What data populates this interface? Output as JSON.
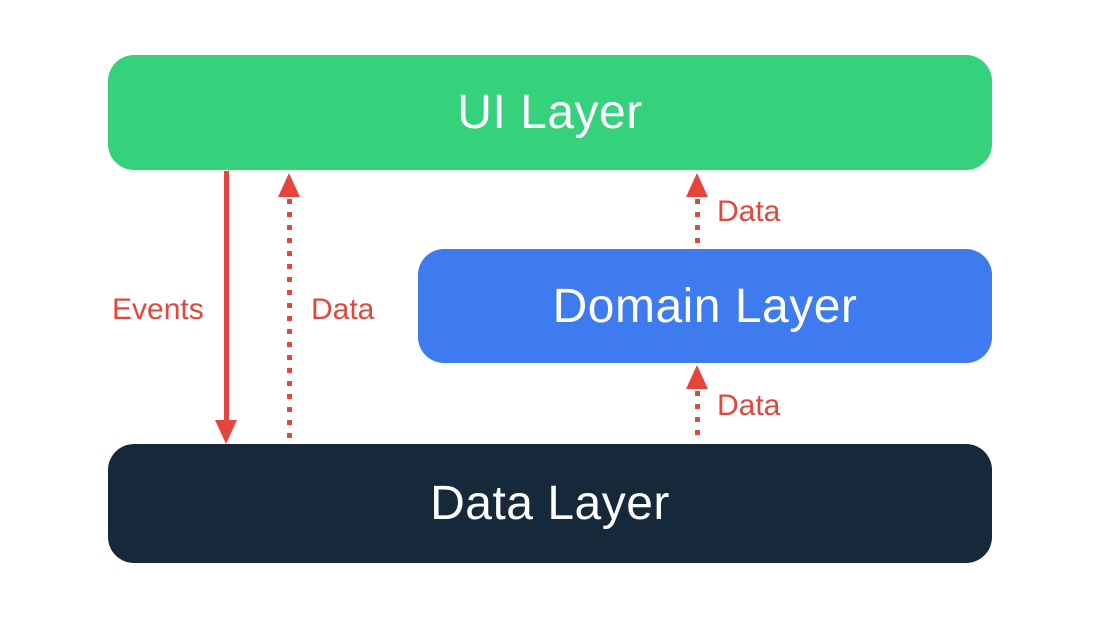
{
  "diagram": {
    "type": "layered-architecture",
    "background_color": "#FFFFFF",
    "arrow_color": "#E5463C",
    "boxes": [
      {
        "id": "ui",
        "label": "UI Layer",
        "color": "#35D17C",
        "text_color": "#FFFFFF"
      },
      {
        "id": "domain",
        "label": "Domain Layer",
        "color": "#3D7BEF",
        "text_color": "#FFFFFF"
      },
      {
        "id": "data",
        "label": "Data Layer",
        "color": "#16293A",
        "text_color": "#FFFFFF"
      }
    ],
    "arrows": [
      {
        "id": "events-ui-to-data",
        "label": "Events",
        "style": "solid",
        "direction": "down",
        "from": "UI Layer",
        "to": "Data Layer",
        "color": "#E5463C"
      },
      {
        "id": "data-data-to-ui",
        "label": "Data",
        "style": "dotted",
        "direction": "up",
        "from": "Data Layer",
        "to": "UI Layer",
        "color": "#E5463C"
      },
      {
        "id": "data-domain-to-ui",
        "label": "Data",
        "style": "dotted",
        "direction": "up",
        "from": "Domain Layer",
        "to": "UI Layer",
        "color": "#E5463C"
      },
      {
        "id": "data-data-to-domain",
        "label": "Data",
        "style": "dotted",
        "direction": "up",
        "from": "Data Layer",
        "to": "Domain Layer",
        "color": "#E5463C"
      }
    ]
  }
}
